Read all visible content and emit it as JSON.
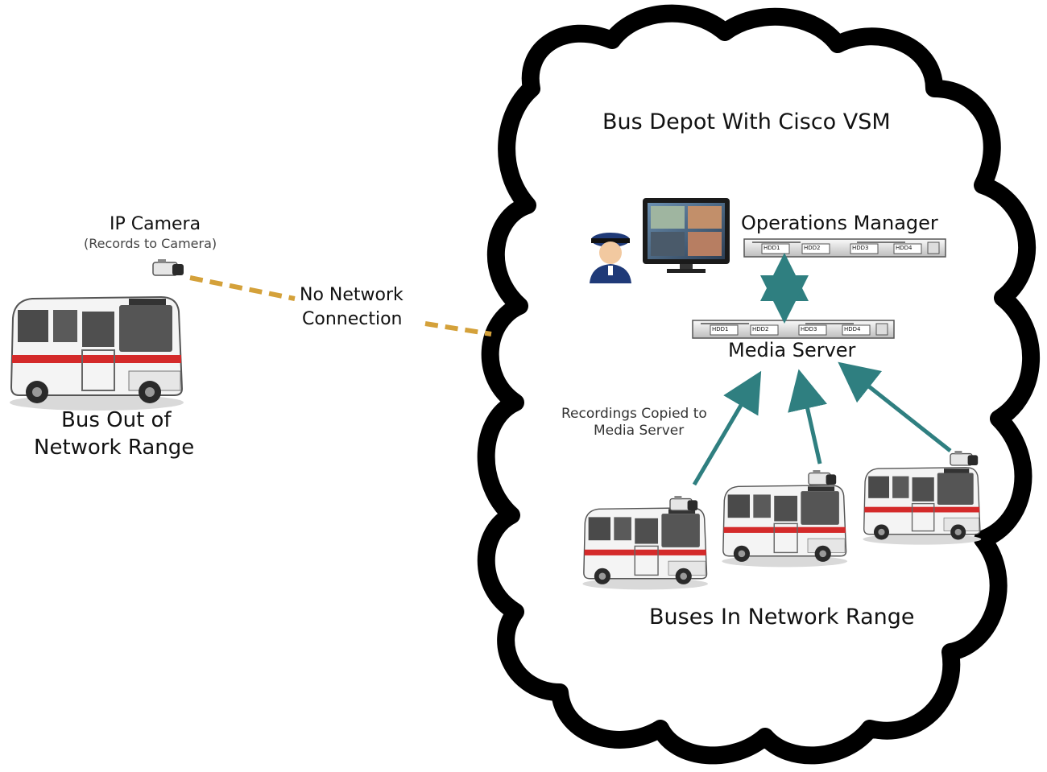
{
  "labels": {
    "depot_title": "Bus Depot With Cisco VSM",
    "ip_camera": "IP Camera",
    "ip_camera_note": "(Records to Camera)",
    "no_network_line1": "No Network",
    "no_network_line2": "Connection",
    "bus_out_line1": "Bus Out of",
    "bus_out_line2": "Network Range",
    "operations_manager": "Operations Manager",
    "media_server": "Media Server",
    "recordings_line1": "Recordings Copied to",
    "recordings_line2": "Media Server",
    "buses_in_range": "Buses In Network Range"
  },
  "server_bays": [
    "HDD1",
    "HDD2",
    "HDD3",
    "HDD4"
  ],
  "colors": {
    "cloud_outline": "#000000",
    "dashed_link": "#d4a13a",
    "arrow": "#2f7f80",
    "bus_stripe": "#d42a2a",
    "bus_body": "#f4f4f4",
    "uniform": "#1f3a78"
  },
  "icons": [
    "cloud-boundary",
    "bus-icon",
    "ip-camera-icon",
    "operator-icon",
    "monitor-icon",
    "server-rack-icon"
  ]
}
